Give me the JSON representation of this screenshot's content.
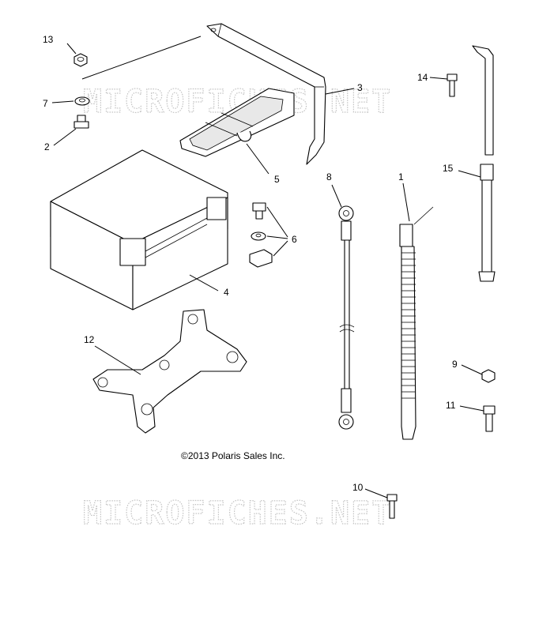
{
  "watermark": {
    "text": "MICROFICHES.NET"
  },
  "copyright": "©2013 Polaris Sales Inc.",
  "callouts": {
    "c1": "1",
    "c2": "2",
    "c3": "3",
    "c4": "4",
    "c5": "5",
    "c6": "6",
    "c7": "7",
    "c8": "8",
    "c9": "9",
    "c10": "10",
    "c11": "11",
    "c12": "12",
    "c13": "13",
    "c14": "14",
    "c15": "15"
  }
}
